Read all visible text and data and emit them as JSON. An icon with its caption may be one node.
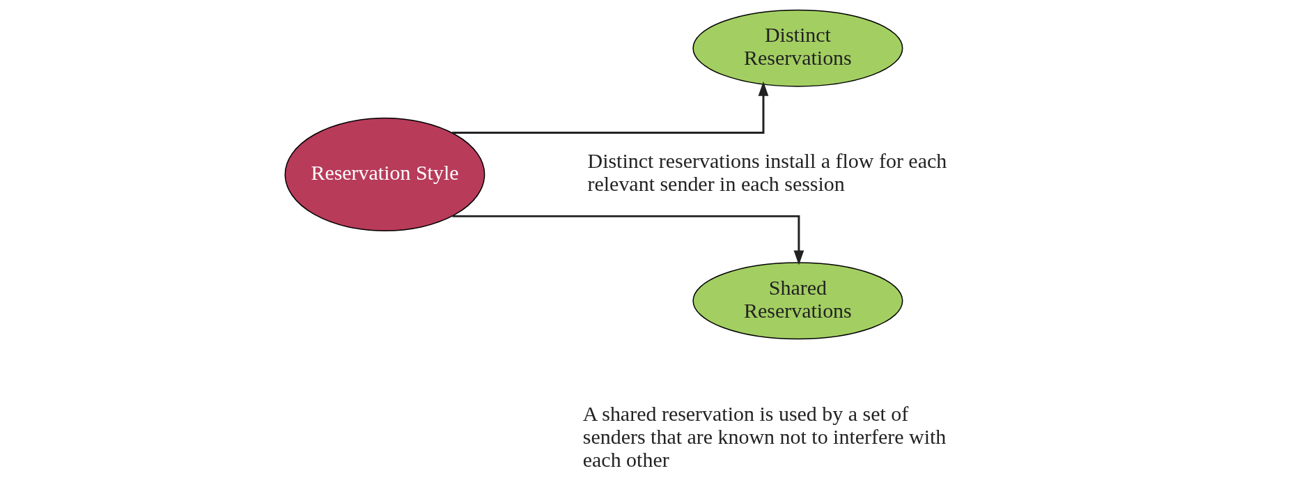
{
  "diagram": {
    "nodes": [
      {
        "text": [
          "Reservation Style"
        ]
      },
      {
        "text": [
          "Distinct Reservations"
        ],
        "beside": [
          "Distinct reservations install a flow for each relevant sender in each session"
        ]
      },
      {
        "text": [
          "Shared Reservations"
        ],
        "beside": [
          "A shared reservation is used by a set of senders that are known not to interfere with each other"
        ]
      }
    ],
    "edges": [
      {
        "from": 0,
        "to": 1,
        "arrow": "to"
      },
      {
        "from": 0,
        "to": 2,
        "arrow": "to"
      }
    ]
  }
}
